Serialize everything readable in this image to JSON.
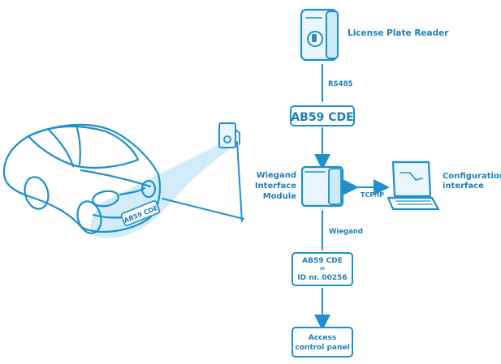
{
  "devices": {
    "plate_reader_label": "License Plate Reader",
    "wiegand_module_label_lines": [
      "Wiegand",
      "Interface",
      "Module"
    ],
    "configuration_label_lines": [
      "Configuration",
      "interface"
    ]
  },
  "connections": {
    "rs485": "RS485",
    "tcpip": "TCP/IP",
    "wiegand": "Wiegand"
  },
  "plate": {
    "number": "AB59 CDE",
    "car_plate_text": "AB59 CDE"
  },
  "mapping_box": {
    "lines": [
      "AB59 CDE",
      "=",
      "ID nr. 00256"
    ]
  },
  "access_panel": {
    "lines": [
      "Access",
      "control panel"
    ]
  },
  "colors": {
    "stroke": "#1e90cc",
    "text": "#1e7fb8",
    "beam": "#cdeaf8",
    "device_fill": "#eaf6fd"
  }
}
